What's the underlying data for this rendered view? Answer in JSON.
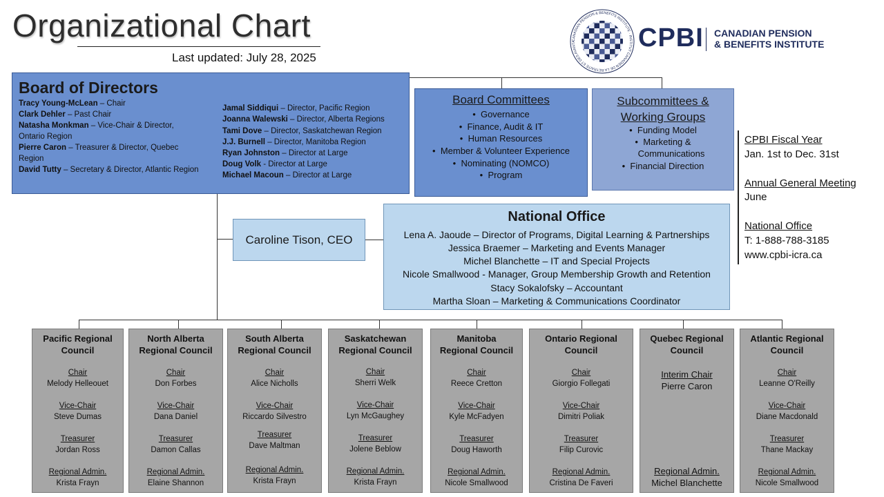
{
  "title": "Organizational Chart",
  "last_updated": "Last updated: July 28, 2025",
  "logo": {
    "seal_text": "CANADIAN PENSION & BENEFITS INSTITUTE · INSTITUT CANADIEN DE LA RETRAITE ET DES AVANTAGES SOCIAUX",
    "mark": "CPBI",
    "name_line1": "CANADIAN PENSION",
    "name_line2": "& BENEFITS INSTITUTE",
    "color": "#1f2c5c"
  },
  "board": {
    "title": "Board of Directors",
    "left": [
      {
        "name": "Tracy Young-McLean",
        "role": "  – Chair"
      },
      {
        "name": "Clark Dehler",
        "role": "  – Past Chair"
      },
      {
        "name": "Natasha Monkman",
        "role": " – Vice-Chair & Director,",
        "role2": "Ontario Region"
      },
      {
        "name": "Pierre Caron",
        "role": " – Treasurer & Director, Quebec",
        "role2": "Region"
      },
      {
        "name": "David Tutty",
        "role": " – Secretary & Director, Atlantic Region"
      }
    ],
    "right": [
      {
        "name": "Jamal Siddiqui",
        "role": " – Director, Pacific Region"
      },
      {
        "name": "Joanna Walewski",
        "role": " – Director, Alberta Regions"
      },
      {
        "name": "Tami Dove",
        "role": " – Director, Saskatchewan Region"
      },
      {
        "name": "J.J. Burnell",
        "role": " – Director, Manitoba Region"
      },
      {
        "name": "Ryan Johnston",
        "role": " – Director at Large"
      },
      {
        "name": "Doug Volk",
        "role": " - Director at Large"
      },
      {
        "name": "Michael Macoun",
        "role": " – Director at Large"
      }
    ],
    "color": "#6a8fcf"
  },
  "committees": {
    "title": "Board Committees",
    "items": [
      "Governance",
      "Finance, Audit & IT",
      "Human Resources",
      "Member & Volunteer Experience",
      "Nominating (NOMCO)",
      "Program"
    ]
  },
  "subcommittees": {
    "title_line1": "Subcommittees &",
    "title_line2": "Working Groups",
    "items": [
      "Funding Model",
      "Marketing &",
      "Communications",
      "Financial Direction"
    ],
    "color": "#8ea6d4"
  },
  "side": {
    "fiscal_heading": "CPBI Fiscal Year",
    "fiscal_value": "Jan. 1st to Dec. 31st",
    "agm_heading": "Annual General Meeting",
    "agm_value": "June",
    "office_heading": "National Office",
    "office_phone": "T: 1-888-788-3185",
    "office_web": "www.cpbi-icra.ca"
  },
  "ceo": {
    "label": "Caroline Tison, CEO",
    "color": "#bcd7ee"
  },
  "national_office": {
    "title": "National Office",
    "staff": [
      "Lena A. Jaoude – Director of Programs, Digital Learning & Partnerships",
      "Jessica Braemer – Marketing and Events Manager",
      "Michel Blanchette – IT and Special Projects",
      "Nicole Smallwood -  Manager, Group Membership Growth and Retention",
      "Stacy Sokalofsky – Accountant",
      "Martha Sloan – Marketing & Communications Coordinator"
    ]
  },
  "councils": [
    {
      "t1": "Pacific Regional",
      "t2": "Council",
      "roles": [
        {
          "role": "Chair",
          "name": "Melody Helleouet"
        },
        {
          "role": "Vice-Chair",
          "name": "Steve Dumas"
        },
        {
          "role": "Treasurer",
          "name": "Jordan Ross"
        },
        {
          "role": "Regional Admin.",
          "name": "Krista Frayn"
        }
      ]
    },
    {
      "t1": "North Alberta",
      "t2": "Regional Council",
      "roles": [
        {
          "role": "Chair",
          "name": "Don Forbes"
        },
        {
          "role": "Vice-Chair",
          "name": "Dana Daniel"
        },
        {
          "role": "Treasurer",
          "name": "Damon Callas"
        },
        {
          "role": "Regional Admin.",
          "name": "Elaine Shannon"
        }
      ]
    },
    {
      "t1": "South Alberta",
      "t2": "Regional Council",
      "roles": [
        {
          "role": "Chair",
          "name": "Alice Nicholls"
        },
        {
          "role": "Vice-Chair",
          "name": "Riccardo Silvestro"
        },
        {
          "role": "Treasurer",
          "name": "Dave Maltman"
        },
        {
          "role": "Regional Admin.",
          "name": "Krista Frayn"
        }
      ]
    },
    {
      "t1": "Saskatchewan",
      "t2": "Regional Council",
      "roles": [
        {
          "role": "Chair",
          "name": "Sherri Welk"
        },
        {
          "role": "Vice-Chair",
          "name": "Lyn McGaughey"
        },
        {
          "role": "Treasurer",
          "name": "Jolene Beblow"
        },
        {
          "role": "Regional Admin.",
          "name": "Krista Frayn"
        }
      ]
    },
    {
      "t1": "Manitoba",
      "t2": "Regional Council",
      "roles": [
        {
          "role": "Chair",
          "name": "Reece Cretton"
        },
        {
          "role": "Vice-Chair",
          "name": "Kyle McFadyen"
        },
        {
          "role": "Treasurer",
          "name": "Doug Haworth"
        },
        {
          "role": "Regional Admin.",
          "name": "Nicole Smallwood"
        }
      ]
    },
    {
      "t1": "Ontario Regional",
      "t2": "Council",
      "roles": [
        {
          "role": "Chair",
          "name": "Giorgio Follegati"
        },
        {
          "role": "Vice-Chair",
          "name": "Dimitri Poliak"
        },
        {
          "role": "Treasurer",
          "name": "Filip Curovic"
        },
        {
          "role": "Regional Admin.",
          "name": "Cristina De Faveri"
        }
      ]
    },
    {
      "t1": "Quebec Regional",
      "t2": "Council",
      "roles": [
        {
          "role": "Interim Chair",
          "name": "Pierre Caron"
        },
        {
          "role": "Regional Admin.",
          "name": "Michel Blanchette"
        }
      ]
    },
    {
      "t1": "Atlantic Regional",
      "t2": "Council",
      "roles": [
        {
          "role": "Chair",
          "name": "Leanne O'Reilly"
        },
        {
          "role": "Vice-Chair",
          "name": "Diane Macdonald"
        },
        {
          "role": "Treasurer",
          "name": "Thane Mackay"
        },
        {
          "role": "Regional Admin.",
          "name": "Nicole Smallwood"
        }
      ]
    }
  ],
  "council_color": "#a6a6a6"
}
